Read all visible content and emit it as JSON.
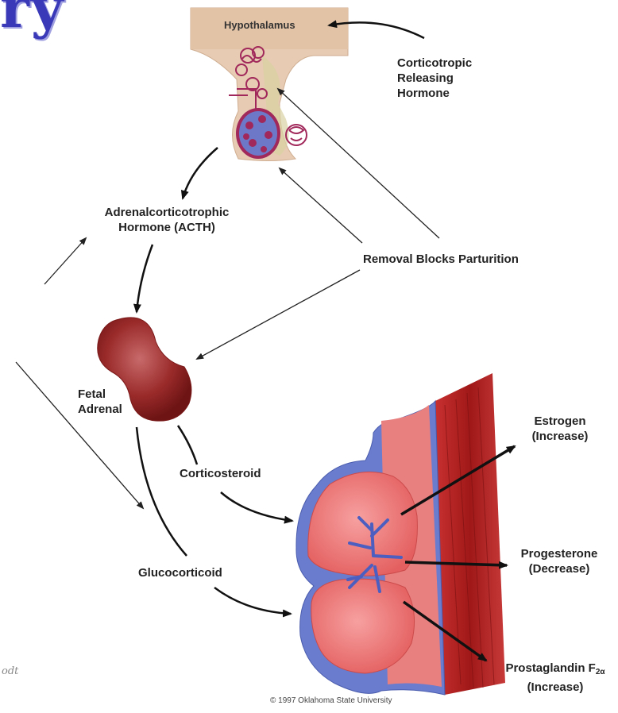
{
  "title_fragment": "ry",
  "labels": {
    "hypothalamus": "Hypothalamus",
    "crh": [
      "Corticotropic",
      "Releasing",
      "Hormone"
    ],
    "acth": [
      "Adrenalcorticotrophic",
      "Hormone (ACTH)"
    ],
    "removal": "Removal Blocks Parturition",
    "fetal_adrenal": [
      "Fetal",
      "Adrenal"
    ],
    "corticosteroid": "Corticosteroid",
    "glucocorticoid": "Glucocorticoid",
    "estrogen": [
      "Estrogen",
      "(Increase)"
    ],
    "progesterone": [
      "Progesterone",
      "(Decrease)"
    ],
    "prostaglandin_main": "Prostaglandin F",
    "prostaglandin_sub": "2α",
    "prostaglandin_effect": "(Increase)"
  },
  "copyright": "© 1997 Oklahoma State University",
  "signature": "odt"
}
